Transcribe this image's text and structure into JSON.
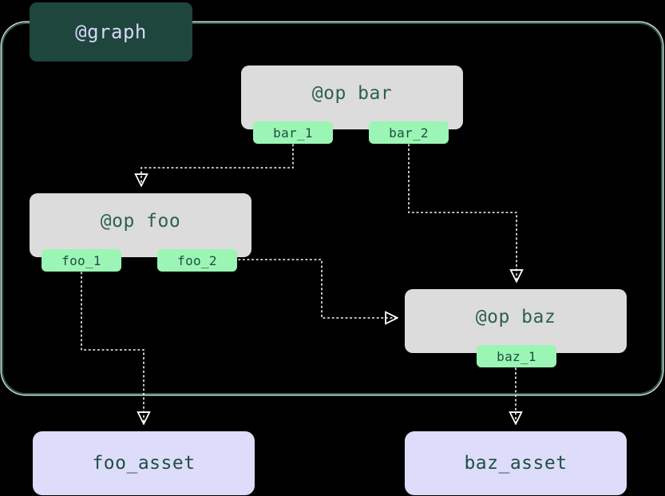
{
  "diagram": {
    "title": "dagster graph-to-assets dependency diagram",
    "background_color": "#000000",
    "cluster": {
      "label": "@graph",
      "label_bg": "#1e463d",
      "label_color": "#d7d7f7",
      "border_color": "#2d5f54",
      "outer_highlight_color": "#ffffff"
    },
    "op_nodes": [
      {
        "id": "bar",
        "label": "@op bar",
        "fill": "#dcdcdc",
        "text_color": "#2d5f54"
      },
      {
        "id": "foo",
        "label": "@op foo",
        "fill": "#dcdcdc",
        "text_color": "#2d5f54"
      },
      {
        "id": "baz",
        "label": "@op baz",
        "fill": "#dcdcdc",
        "text_color": "#2d5f54"
      }
    ],
    "output_ports": [
      {
        "id": "bar_1",
        "label": "bar_1",
        "parent": "bar",
        "fill": "#9bf5b4",
        "text_color": "#1f4f43"
      },
      {
        "id": "bar_2",
        "label": "bar_2",
        "parent": "bar",
        "fill": "#9bf5b4",
        "text_color": "#1f4f43"
      },
      {
        "id": "foo_1",
        "label": "foo_1",
        "parent": "foo",
        "fill": "#9bf5b4",
        "text_color": "#1f4f43"
      },
      {
        "id": "foo_2",
        "label": "foo_2",
        "parent": "foo",
        "fill": "#9bf5b4",
        "text_color": "#1f4f43"
      },
      {
        "id": "baz_1",
        "label": "baz_1",
        "parent": "baz",
        "fill": "#9bf5b4",
        "text_color": "#1f4f43"
      }
    ],
    "asset_nodes": [
      {
        "id": "foo_asset",
        "label": "foo_asset",
        "fill": "#dedcfb",
        "text_color": "#1f4f43"
      },
      {
        "id": "baz_asset",
        "label": "baz_asset",
        "fill": "#dedcfb",
        "text_color": "#1f4f43"
      }
    ],
    "edges": [
      {
        "from": "bar_1",
        "to": "foo",
        "style": "dotted",
        "arrow": "open-triangle",
        "color": "#ffffff"
      },
      {
        "from": "bar_2",
        "to": "baz",
        "style": "dotted",
        "arrow": "open-triangle",
        "color": "#ffffff"
      },
      {
        "from": "foo_2",
        "to": "baz",
        "style": "dotted",
        "arrow": "open-triangle",
        "color": "#ffffff"
      },
      {
        "from": "foo_1",
        "to": "foo_asset",
        "style": "dotted",
        "arrow": "open-triangle",
        "color": "#ffffff"
      },
      {
        "from": "baz_1",
        "to": "baz_asset",
        "style": "dotted",
        "arrow": "open-triangle",
        "color": "#ffffff"
      }
    ]
  }
}
